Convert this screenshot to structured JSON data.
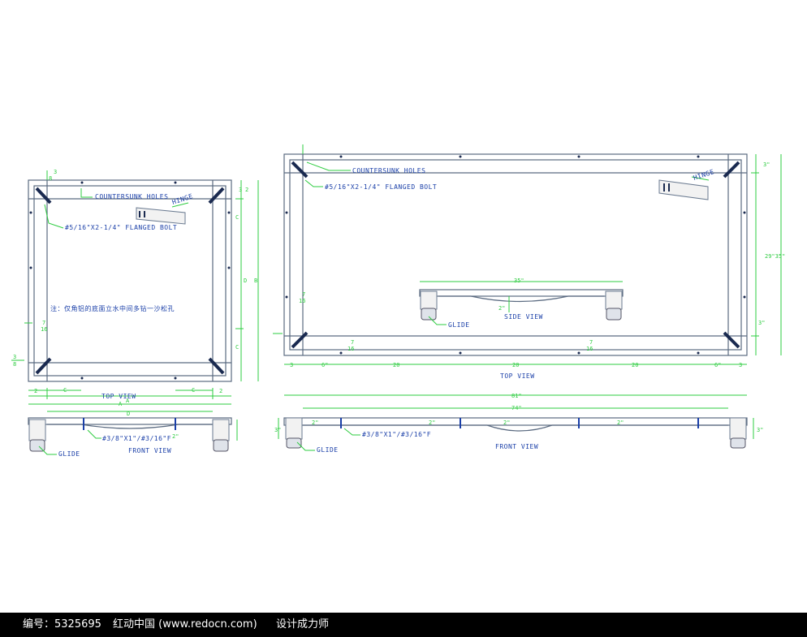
{
  "small_top": {
    "countersunk": "COUNTERSUNK HOLES",
    "bolt": "#5/16\"X2-1/4\" FLANGED BOLT",
    "hinge": "HINGE",
    "note": "注：仅角铝的底面立水中间多钻一沙松孔",
    "view": "TOP VIEW",
    "dim_A": "A",
    "dim_C": "C",
    "dim_D": "D",
    "dim_B": "B",
    "dim_bl": "2",
    "dim_br": "2",
    "dim_r1": "3",
    "dim_r2": "2",
    "dim_frac_7": "7",
    "dim_frac_16": "16",
    "dim_frac_3": "3",
    "dim_frac_8": "8"
  },
  "small_front": {
    "dim_A": "A",
    "dim_D": "D",
    "bolt": "#3/8\"X1\"/#3/16\"F",
    "glide": "GLIDE",
    "dim_2": "2\"",
    "view": "FRONT VIEW"
  },
  "large_top": {
    "countersunk": "COUNTERSUNK HOLES",
    "bolt": "#5/16\"X2-1/4\" FLANGED BOLT",
    "hinge": "HINGE",
    "dim_35": "35\"",
    "dim_2": "2\"",
    "side_view": "SIDE VIEW",
    "glide": "GLIDE",
    "dim_side": "29\"35\"",
    "dim_top": "3\"",
    "dim_bot": "3\"",
    "dims_bottom": [
      "3",
      "6\"",
      "20",
      "20",
      "20",
      "6\"",
      "3"
    ],
    "dim_frac_7": "7",
    "dim_frac_16": "16",
    "view": "TOP VIEW"
  },
  "large_front": {
    "dim_81": "81\"",
    "dim_74": "74\"",
    "dims_2": [
      "2\"",
      "2\"",
      "2\"",
      "2\""
    ],
    "dim_3": "3\"",
    "bolt": "#3/8\"X1\"/#3/16\"F",
    "glide": "GLIDE",
    "view": "FRONT VIEW"
  },
  "footer": {
    "id_label": "编号：5325695",
    "site": "红动中国 (www.redocn.com)",
    "slogan": "设计成力师"
  }
}
